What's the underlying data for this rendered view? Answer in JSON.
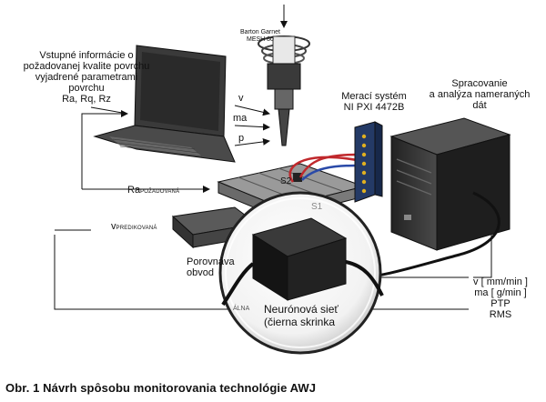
{
  "labels": {
    "abrasive": [
      "Barton Garnet",
      "MESH 80"
    ],
    "input_info": [
      "Vstupné informácie o",
      "požadovanej kvalite povrchu",
      "vyjadrené parametrami",
      "povrchu",
      "Ra, Rq, Rz"
    ],
    "param_v": "v",
    "param_ma": "ma",
    "param_p": "p",
    "measuring_system": [
      "Merací systém",
      "NI PXI 4472B"
    ],
    "processing": [
      "Spracovanie",
      "a analýza nameraných",
      "dát"
    ],
    "sensor_s2": "S2",
    "sensor_s1": "S1",
    "ra_main": "Ra",
    "ra_sub": "POŽADOVANÁ",
    "v_main": "v",
    "v_sub": "PREDIKOVANÁ",
    "comparator": [
      "Porovnáva",
      "obvod"
    ],
    "neural_net": [
      "Neurónová sieť",
      "(čierna skrinka"
    ],
    "mag_small": "ÁLNA",
    "outputs": [
      "v [ mm/min ]",
      "ma [ g/min ]",
      "PTP",
      "RMS"
    ]
  },
  "caption": "Obr. 1 Návrh spôsobu monitorovania technológie AWJ",
  "colors": {
    "line": "#111111",
    "laptop": "#3a3a3a",
    "screen": "#2a2a2a",
    "table": "#8a8a8a",
    "pc": "#2c2c2c",
    "cable_red": "#c0282c",
    "cable_blue": "#2a4aa8",
    "daq": "#243a66"
  }
}
